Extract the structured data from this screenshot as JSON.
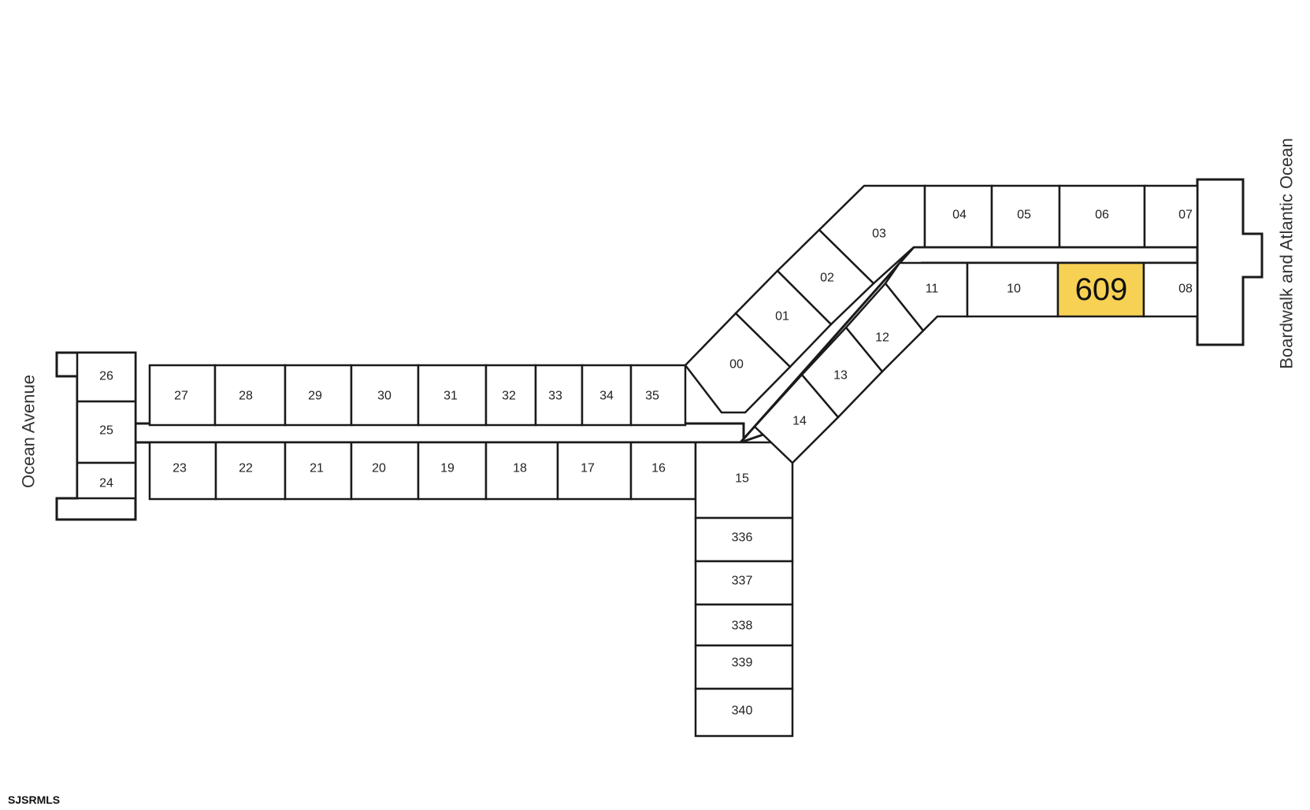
{
  "streets": {
    "west": "Ocean Avenue",
    "east": "Boardwalk and Atlantic Ocean"
  },
  "highlight_color": "#f7d154",
  "highlighted_unit": "609",
  "units": [
    "00",
    "01",
    "02",
    "03",
    "04",
    "05",
    "06",
    "07",
    "08",
    "10",
    "11",
    "12",
    "13",
    "14",
    "15",
    "16",
    "17",
    "18",
    "19",
    "20",
    "21",
    "22",
    "23",
    "24",
    "25",
    "26",
    "27",
    "28",
    "29",
    "30",
    "31",
    "32",
    "33",
    "34",
    "35",
    "336",
    "337",
    "338",
    "339",
    "340"
  ],
  "watermark": "SJSRMLS"
}
